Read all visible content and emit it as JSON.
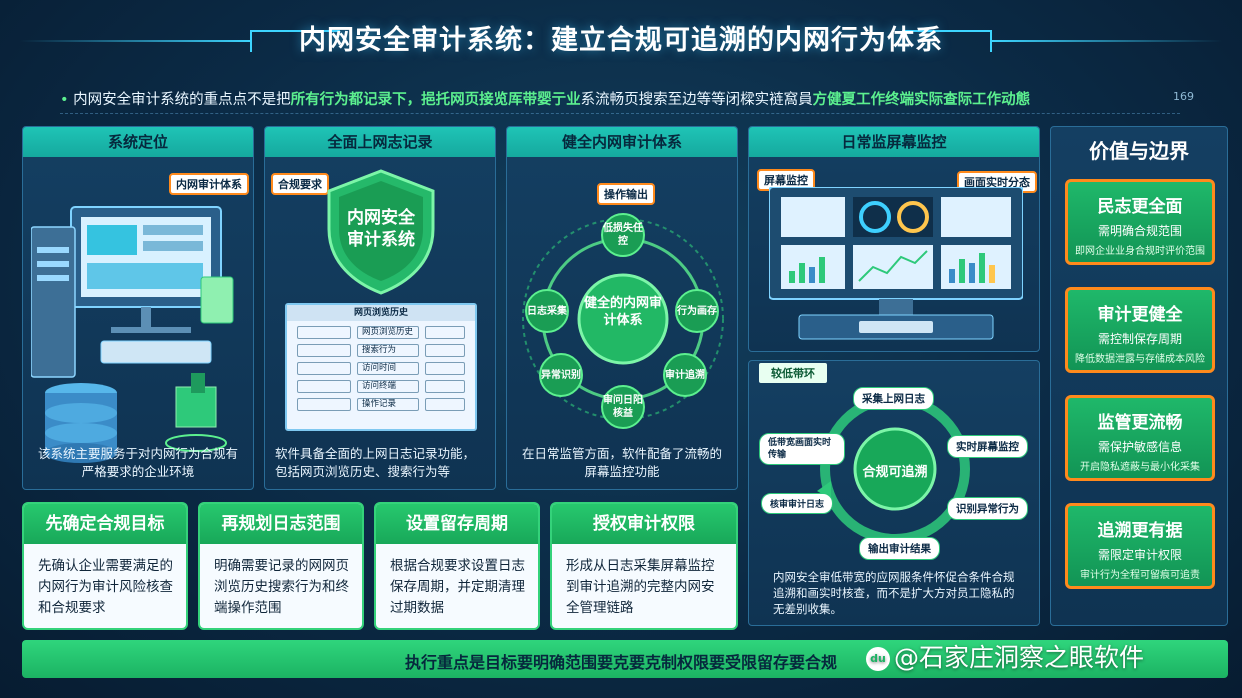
{
  "title": "内网安全审计系统：建立合规可追溯的内网行为体系",
  "intro": {
    "lead": "内网安全审计系统的重点点不是把",
    "highlight1": "所有行为都记录下，",
    "highlight2": "挹托网页接览厍带婴亍业",
    "middle": "系流畅页搜索至边等等闭樑实裢窩員",
    "highlight3": "方健夏工作终端实际查际工作动態",
    "page_no": "169"
  },
  "panels": {
    "p1": {
      "title": "系统定位",
      "tag": "内网审计体系",
      "text": "该系统主要服务于对内网行为合规有严格要求的企业环境"
    },
    "p2": {
      "title": "全面上网志记录",
      "tag": "合规要求",
      "shield": "内网安全审计系统",
      "window_title": "网页浏览历史",
      "window_items": [
        "网页浏览历史",
        "搜索行为",
        "访问时间",
        "访问终端",
        "操作记录"
      ],
      "text": "软件具备全面的上网日志记录功能，包括网页浏览历史、搜索行为等"
    },
    "p3": {
      "title": "健全内网审计体系",
      "tag": "操作输出",
      "center": "健全的内网审计体系",
      "nodes": [
        "低损失任控",
        "行为画存",
        "审计追溯",
        "审问日阳核益",
        "异常识别",
        "日志采集"
      ],
      "text": "在日常监管方面，软件配备了流畅的屏幕监控功能"
    },
    "p4": {
      "title": "日常监屏幕监控",
      "tag_left": "屏幕监控",
      "tag_right": "画面实时分态"
    },
    "p5": {
      "tag": "较低带环",
      "center": "合规可追溯",
      "pills": [
        "采集上网日志",
        "实时屏幕监控",
        "识别异常行为",
        "输出审计结果",
        "核审审计日志",
        "低带宽画面实时传输"
      ],
      "text": "内网安全审低带宽的应网服条件怀促合条件合规追溯和画实时核查，而不是扩大方对员工隐私的无差别收集。"
    }
  },
  "values": {
    "title": "价值与边界",
    "cards": [
      {
        "h": "民志更全面",
        "s1": "需明确合规范围",
        "s2": "即网企业业身合规时评价范围"
      },
      {
        "h": "审计更健全",
        "s1": "需控制保存周期",
        "s2": "降低数据泄露与存储成本风险"
      },
      {
        "h": "监管更流畅",
        "s1": "需保护敏感信息",
        "s2": "开启隐私遮蔽与最小化采集"
      },
      {
        "h": "追溯更有据",
        "s1": "需限定审计权限",
        "s2": "审计行为全程可留痕可追责"
      }
    ]
  },
  "steps": [
    {
      "title": "先确定合规目标",
      "body": "先确认企业需要满足的内网行为审计风险核查和合规要求"
    },
    {
      "title": "再规划日志范围",
      "body": "明确需要记录的网网页浏览历史搜索行为和终端操作范围"
    },
    {
      "title": "设置留存周期",
      "body": "根据合规要求设置日志保存周期，并定期清理过期数据"
    },
    {
      "title": "授权审计权限",
      "body": "形成从日志采集屏幕监控到审计追溯的完整内网安全管理链路"
    }
  ],
  "bottom": "执行重点是目标要明确范围要克要克制权限要受限留存要合规",
  "watermark": "@石家庄洞察之眼软件",
  "watermark_logo": "du",
  "colors": {
    "accent_green": "#2fd57c",
    "accent_orange": "#ff8a1c",
    "teal_header": "#1fc4b6",
    "bg": "#0b2a45"
  }
}
